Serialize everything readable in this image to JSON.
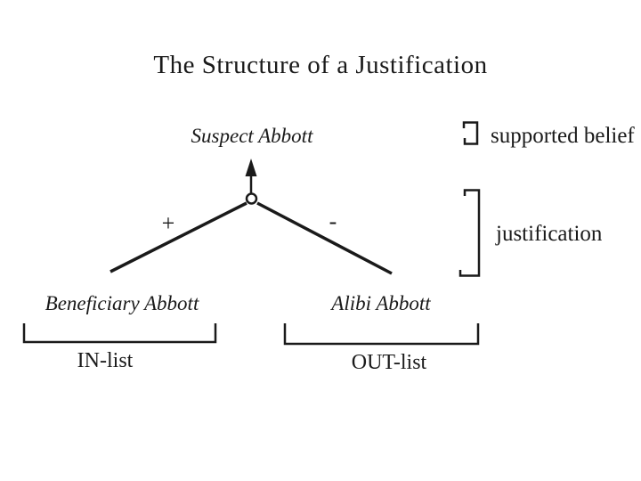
{
  "title": "The Structure of a Justification",
  "diagram": {
    "suspect_node": "Suspect Abbott",
    "beneficiary_node": "Beneficiary Abbott",
    "alibi_node": "Alibi Abbott",
    "plus_sign": "+",
    "minus_sign": "-",
    "supported_belief_label": "supported belief",
    "justification_label": "justification",
    "in_list_label": "IN-list",
    "out_list_label": "OUT-list"
  },
  "colors": {
    "ink": "#1a1a1a",
    "background": "#ffffff"
  }
}
